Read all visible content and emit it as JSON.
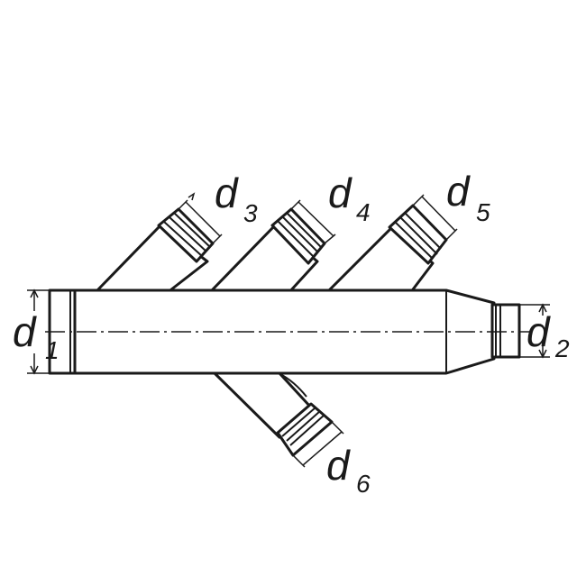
{
  "diagram": {
    "labels": [
      {
        "id": "d1",
        "letter": "d",
        "index": "1"
      },
      {
        "id": "d2",
        "letter": "d",
        "index": "2"
      },
      {
        "id": "d3",
        "letter": "d",
        "index": "3"
      },
      {
        "id": "d4",
        "letter": "d",
        "index": "4"
      },
      {
        "id": "d5",
        "letter": "d",
        "index": "5"
      },
      {
        "id": "d6",
        "letter": "d",
        "index": "6"
      }
    ],
    "line_color": "#1a1a1a",
    "background": "#ffffff"
  }
}
